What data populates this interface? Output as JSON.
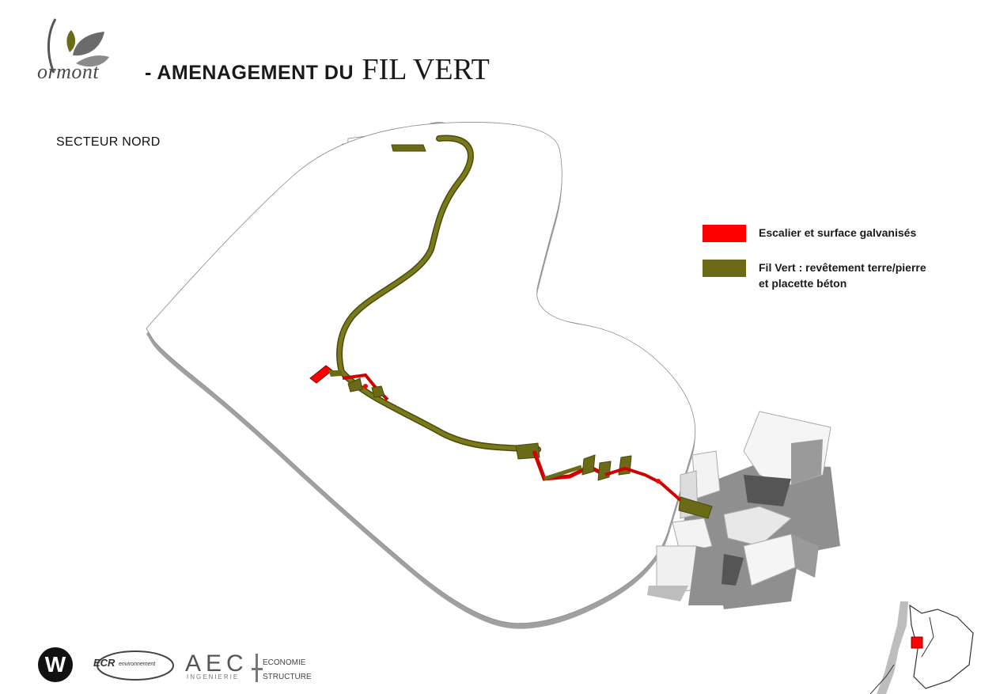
{
  "header": {
    "logo_text": "ormont",
    "title_prefix": "- AMENAGEMENT DU",
    "title_main": "FIL VERT"
  },
  "sector_label": "SECTEUR NORD",
  "legend": {
    "items": [
      {
        "label": "Escalier et surface galvanisés",
        "color": "#ff0000"
      },
      {
        "label": "Fil Vert : revêtement terre/pierre\net placette béton",
        "color": "#6b6b17"
      }
    ]
  },
  "footer": {
    "w_logo": "W",
    "ecr_logo": "ECR",
    "ecr_sub": "environnement",
    "aec_main": "AEC",
    "aec_sub": "INGENIERIE",
    "aec_eco": "ECONOMIE",
    "aec_structure": "STRUCTURE"
  },
  "colors": {
    "contour_fill": "#ffffff",
    "contour_shadow": "#9a9a9a",
    "path_green": "#6b6b17",
    "stairs_red": "#ff0000",
    "building": "#c8c8c8",
    "building_dark": "#5a5a5a"
  }
}
